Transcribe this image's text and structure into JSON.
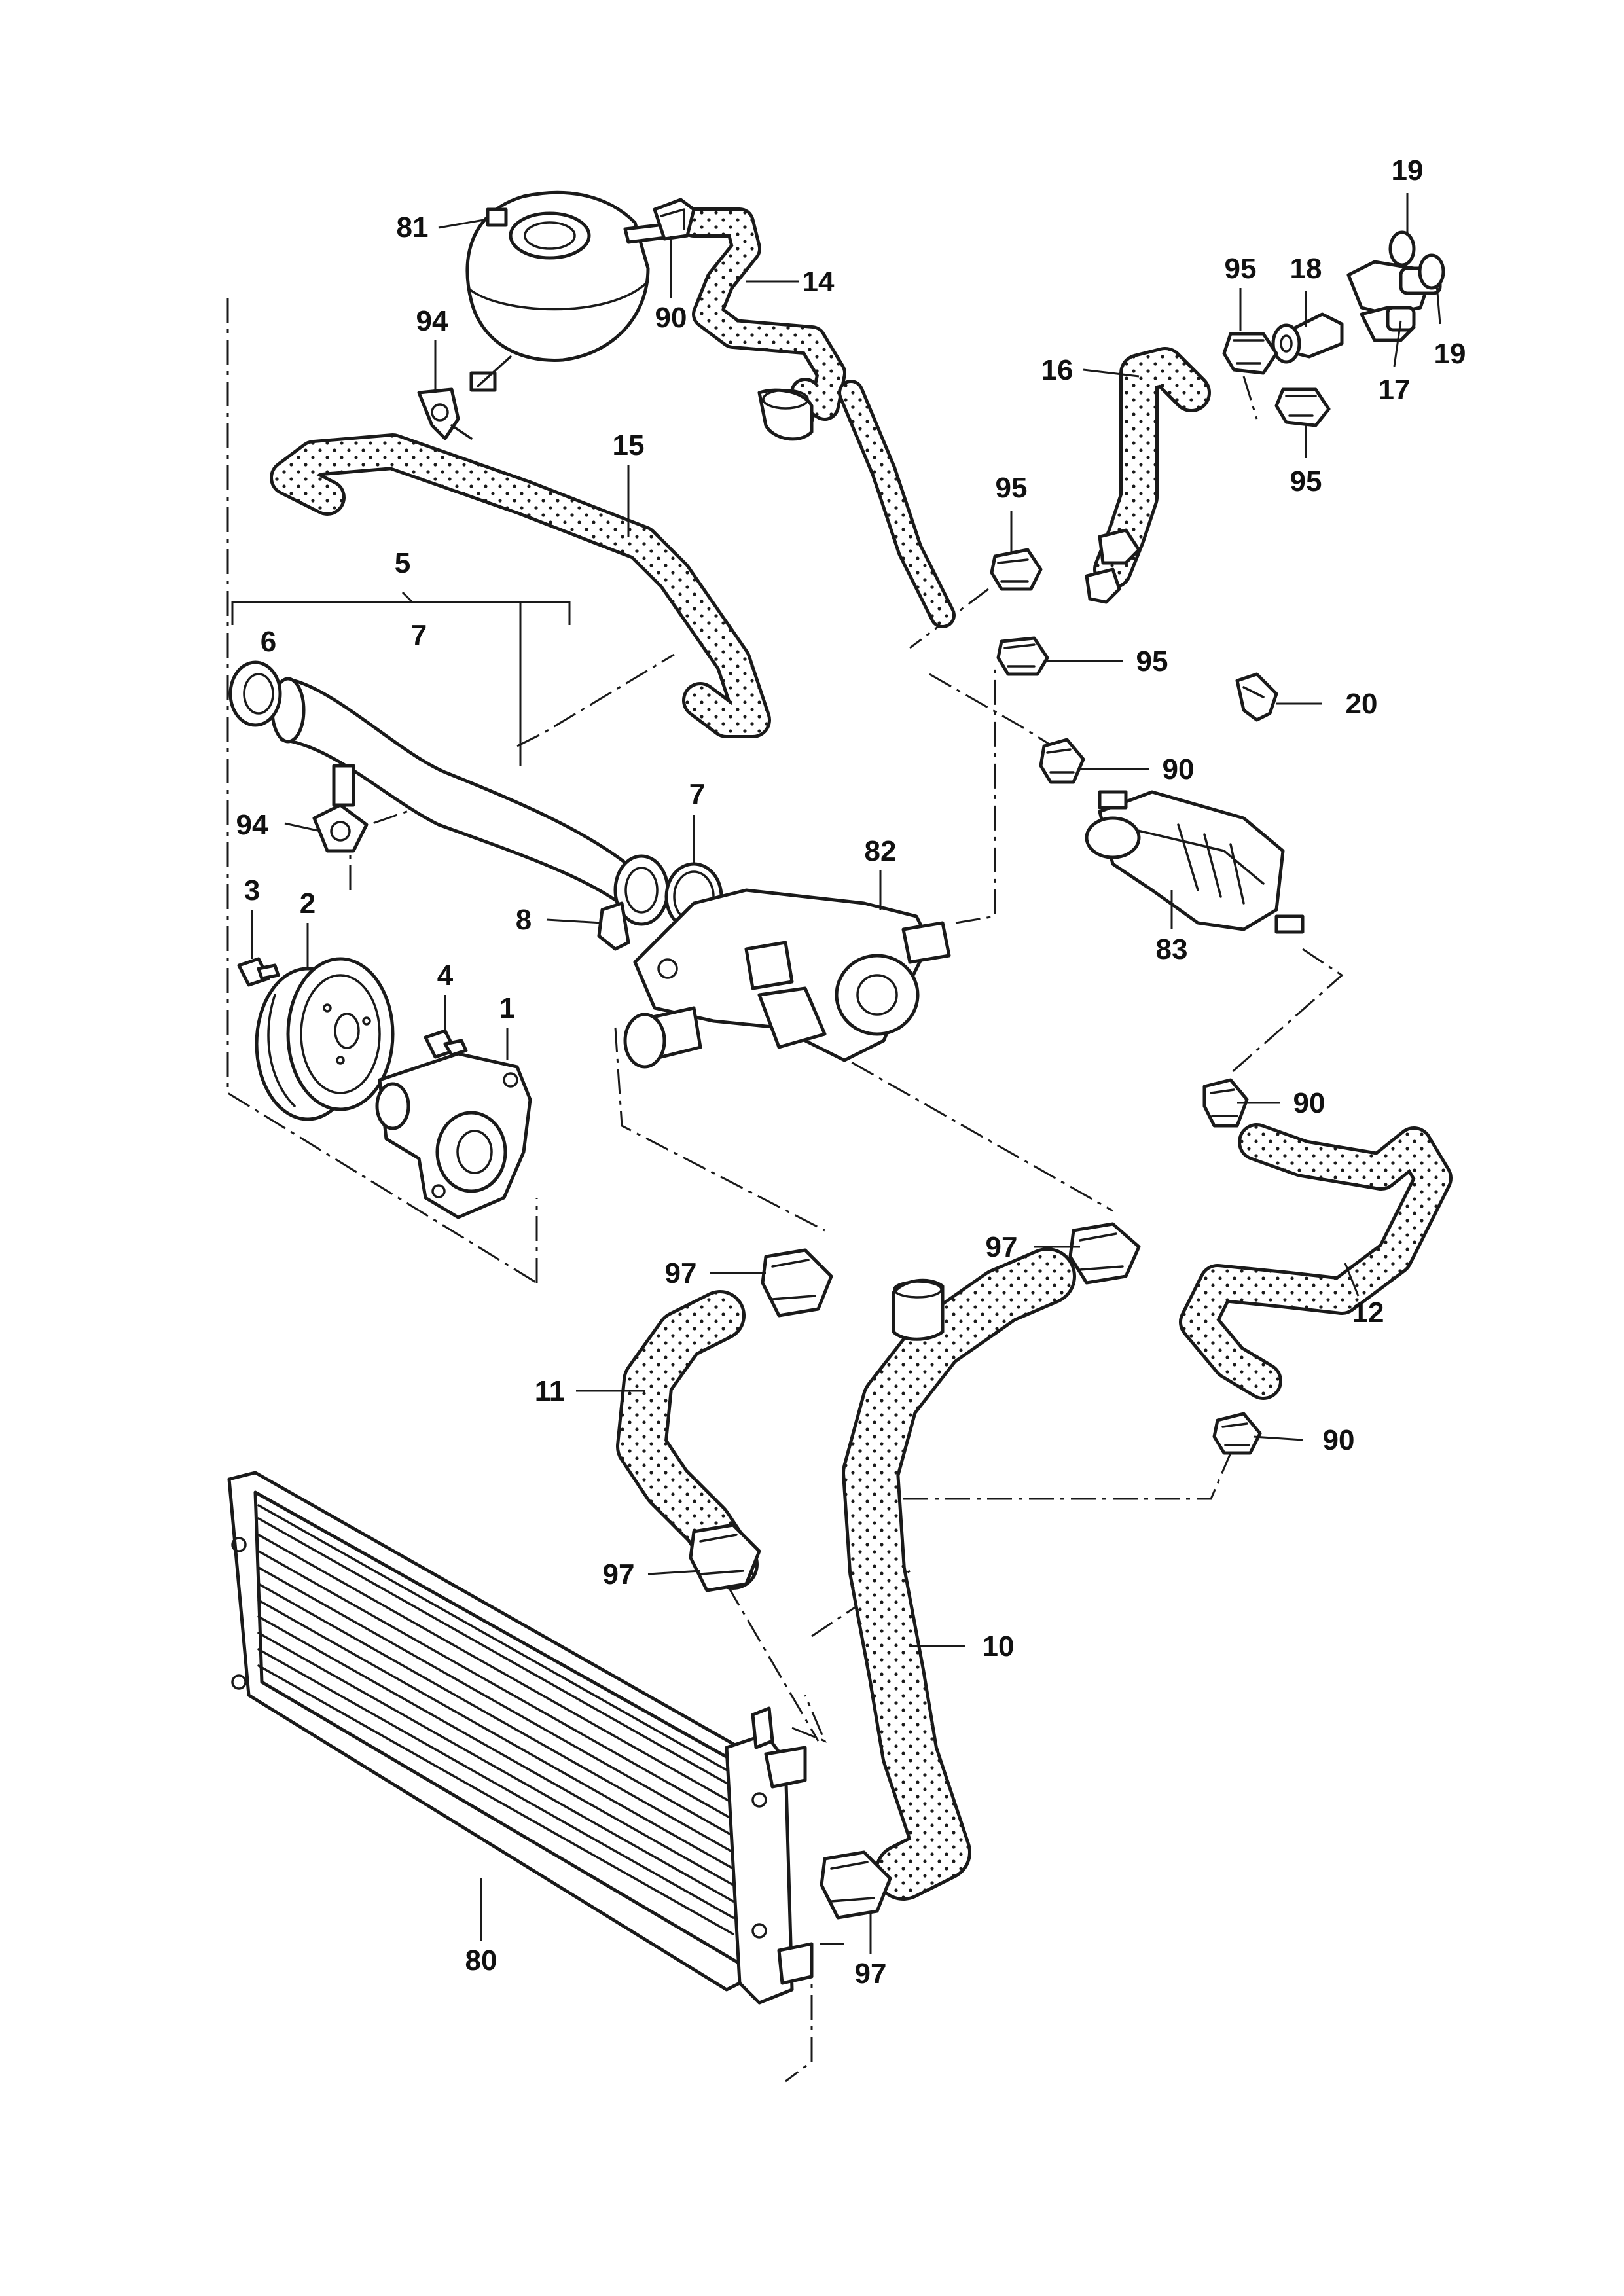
{
  "diagram": {
    "callouts": [
      {
        "id": "c19a",
        "text": "19"
      },
      {
        "id": "c81",
        "text": "81"
      },
      {
        "id": "c18",
        "text": "18"
      },
      {
        "id": "c95a",
        "text": "95"
      },
      {
        "id": "c14",
        "text": "14"
      },
      {
        "id": "c94a",
        "text": "94"
      },
      {
        "id": "c90a",
        "text": "90"
      },
      {
        "id": "c19b",
        "text": "19"
      },
      {
        "id": "c16",
        "text": "16"
      },
      {
        "id": "c17",
        "text": "17"
      },
      {
        "id": "c15",
        "text": "15"
      },
      {
        "id": "c95b",
        "text": "95"
      },
      {
        "id": "c95c",
        "text": "95"
      },
      {
        "id": "c5",
        "text": "5"
      },
      {
        "id": "c7a",
        "text": "7"
      },
      {
        "id": "c6",
        "text": "6"
      },
      {
        "id": "c95d",
        "text": "95"
      },
      {
        "id": "c20",
        "text": "20"
      },
      {
        "id": "c90b",
        "text": "90"
      },
      {
        "id": "c7b",
        "text": "7"
      },
      {
        "id": "c94b",
        "text": "94"
      },
      {
        "id": "c82",
        "text": "82"
      },
      {
        "id": "c3",
        "text": "3"
      },
      {
        "id": "c2",
        "text": "2"
      },
      {
        "id": "c8",
        "text": "8"
      },
      {
        "id": "c83",
        "text": "83"
      },
      {
        "id": "c4",
        "text": "4"
      },
      {
        "id": "c1",
        "text": "1"
      },
      {
        "id": "c90c",
        "text": "90"
      },
      {
        "id": "c97a",
        "text": "97"
      },
      {
        "id": "c97b",
        "text": "97"
      },
      {
        "id": "c12",
        "text": "12"
      },
      {
        "id": "c11",
        "text": "11"
      },
      {
        "id": "c90d",
        "text": "90"
      },
      {
        "id": "c97c",
        "text": "97"
      },
      {
        "id": "c10",
        "text": "10"
      },
      {
        "id": "c97d",
        "text": "97"
      },
      {
        "id": "c80",
        "text": "80"
      }
    ]
  }
}
